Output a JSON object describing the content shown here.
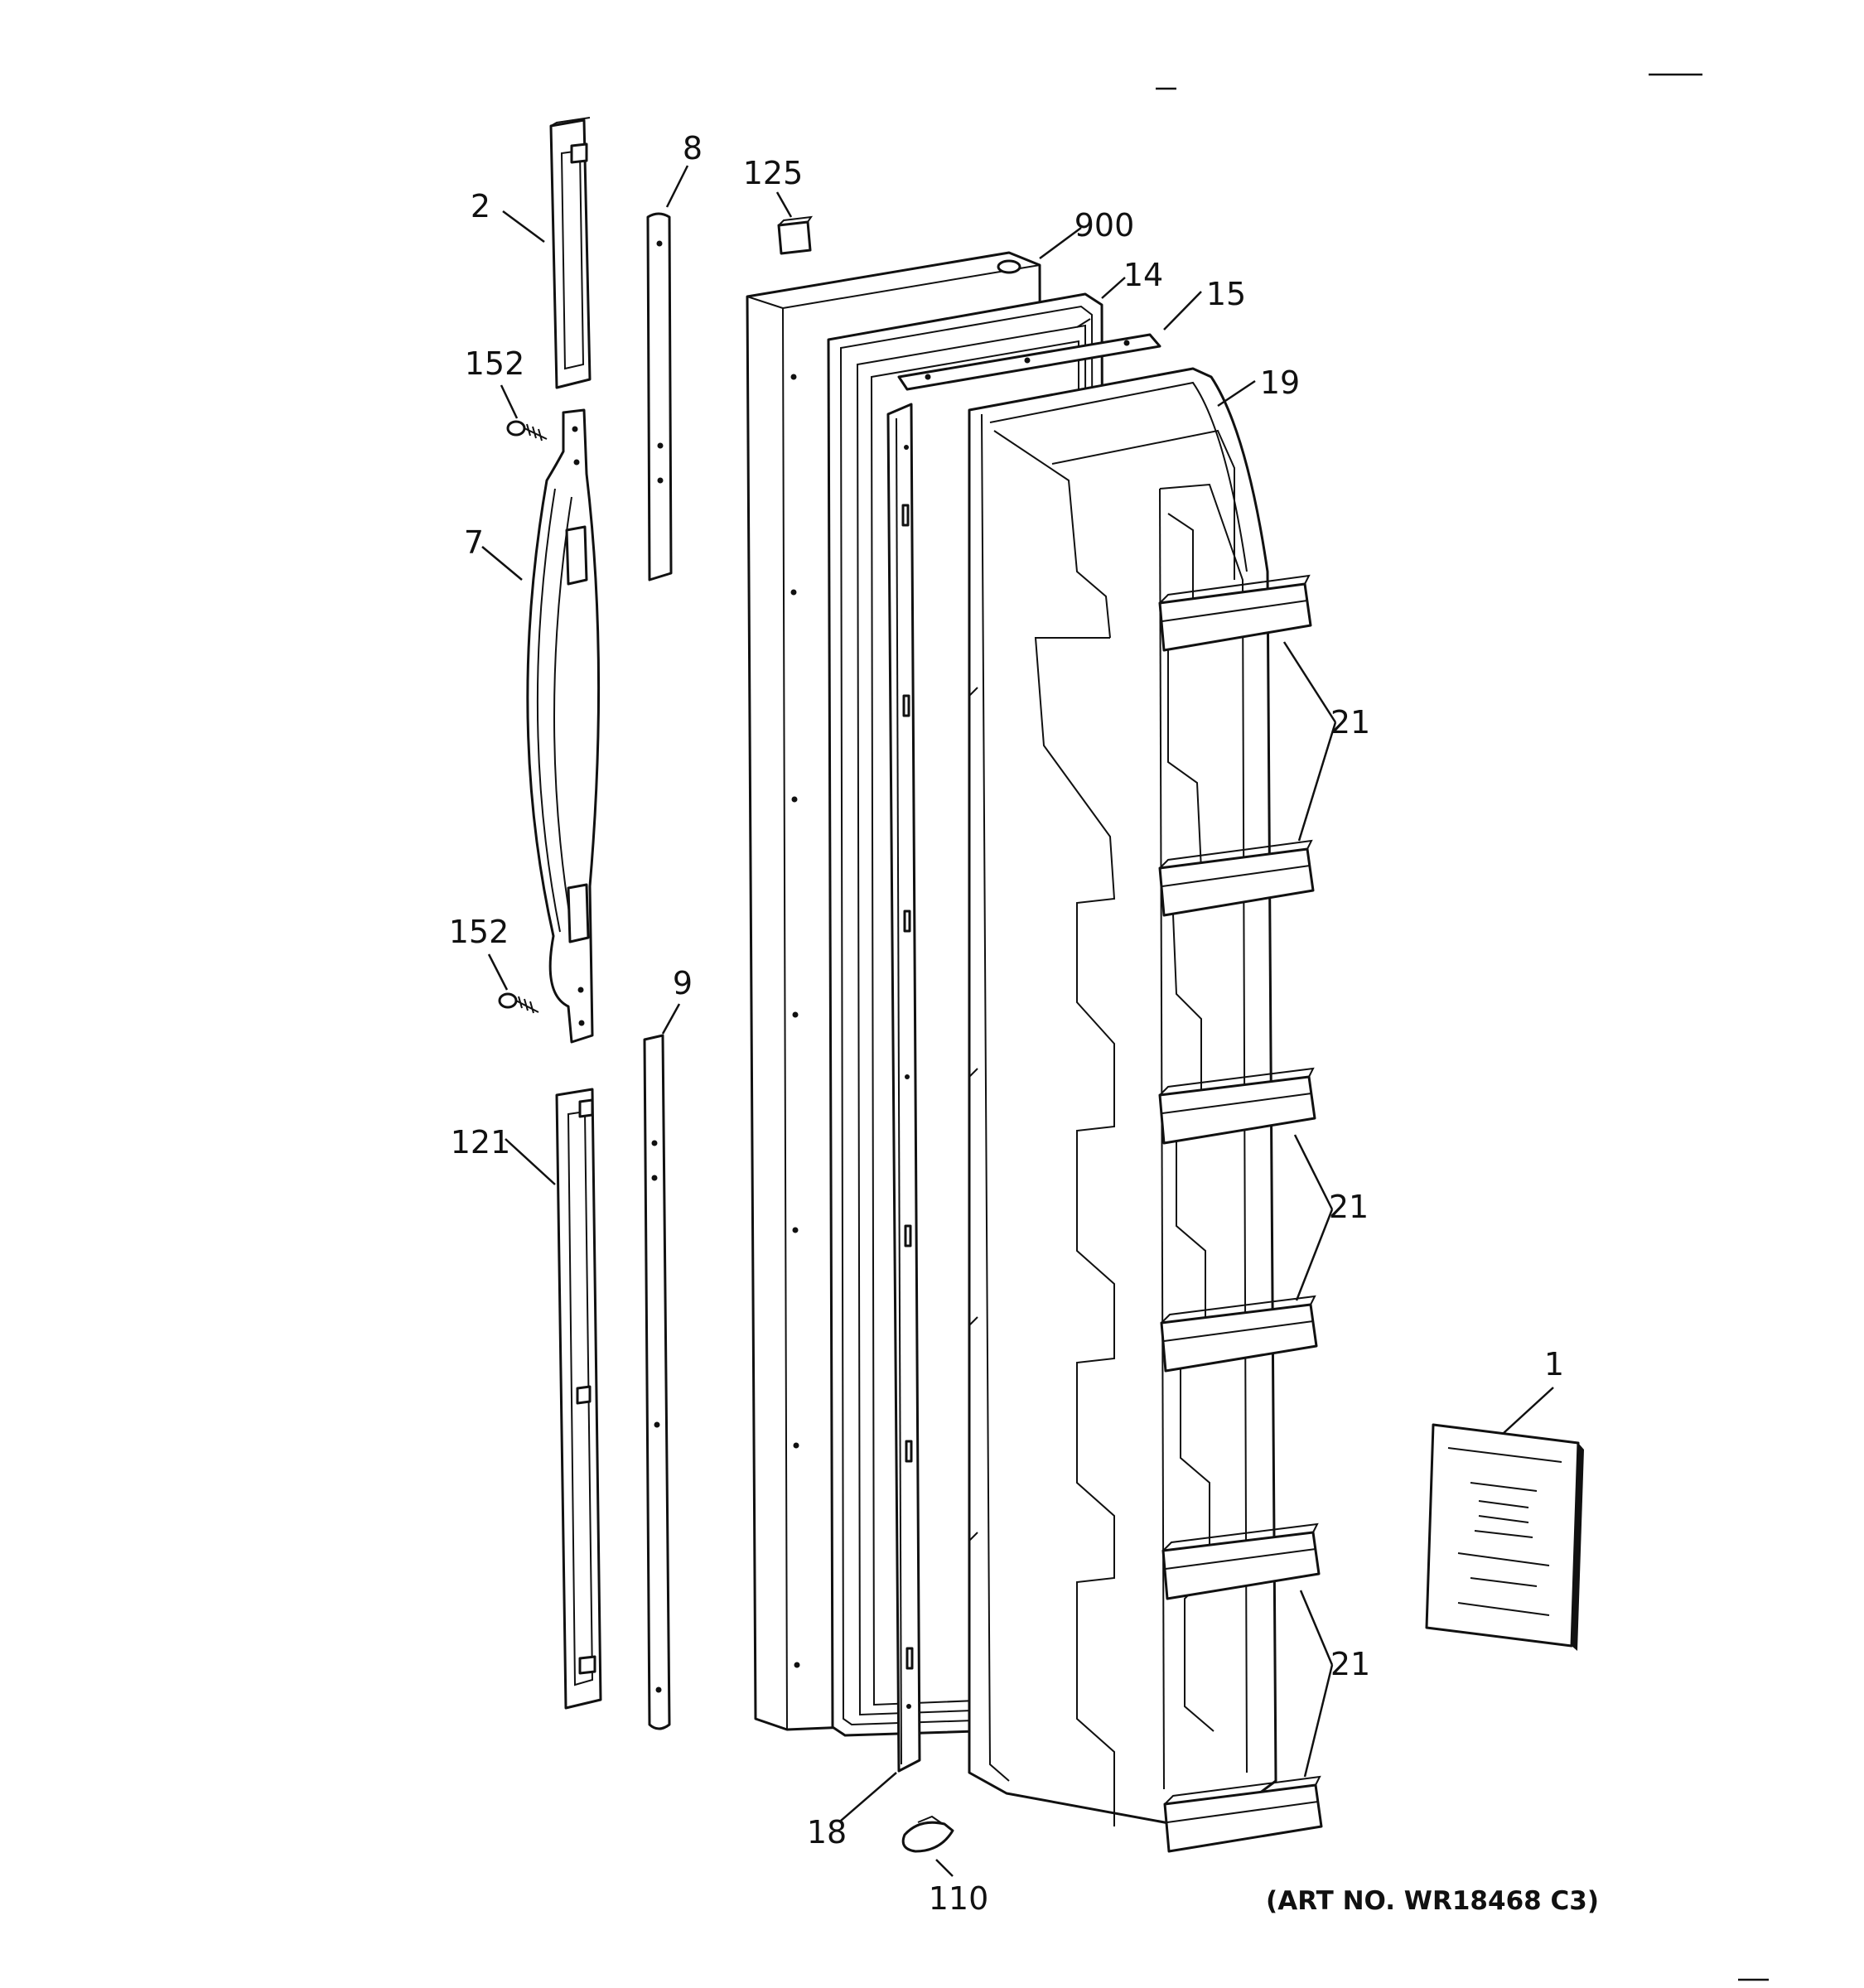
{
  "diagram": {
    "callouts": {
      "c2": "2",
      "c8": "8",
      "c125": "125",
      "c900": "900",
      "c14": "14",
      "c15": "15",
      "c19": "19",
      "c152a": "152",
      "c7": "7",
      "c21a": "21",
      "c152b": "152",
      "c9": "9",
      "c121": "121",
      "c21b": "21",
      "c1": "1",
      "c21c": "21",
      "c18": "18",
      "c110": "110"
    },
    "art_number": "(ART NO. WR18468 C3)"
  },
  "colors": {
    "line": "#111111",
    "paper": "#ffffff"
  }
}
